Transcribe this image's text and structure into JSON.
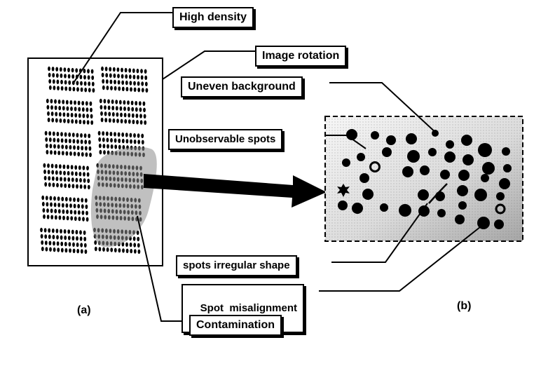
{
  "callouts": {
    "high_density": "High density",
    "image_rotation": "Image rotation",
    "uneven_background": "Uneven background",
    "unobservable_spots": "Unobservable spots",
    "irregular_shape": "spots irregular shape",
    "misalignment": "Spot  misalignment",
    "contamination": "Contamination"
  },
  "panels": {
    "a": "(a)",
    "b": "(b)"
  },
  "colors": {
    "ink": "#000000",
    "background_dark": "#a9a9a9",
    "background_light": "#f6f6f6",
    "contamination": "#8e8e8e"
  }
}
